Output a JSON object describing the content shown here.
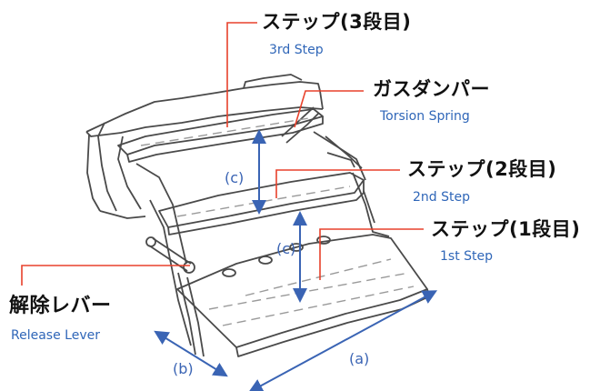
{
  "colors": {
    "leader": "#e8412b",
    "english": "#2f66b8",
    "dimension": "#3a64b4",
    "japanese": "#111111",
    "outline": "#4a4a4a",
    "lightgray": "#bdbdbd"
  },
  "labels": {
    "step3": {
      "jp": "ステップ(3段目)",
      "en": "3rd Step"
    },
    "damper": {
      "jp": "ガスダンパー",
      "en": "Torsion Spring"
    },
    "step2": {
      "jp": "ステップ(2段目)",
      "en": "2nd Step"
    },
    "step1": {
      "jp": "ステップ(1段目)",
      "en": "1st Step"
    },
    "lever": {
      "jp": "解除レバー",
      "en": "Release Lever"
    }
  },
  "dimensions": {
    "a": "(a)",
    "b": "(b)",
    "c_upper": "(c)",
    "c_lower": "(c)"
  }
}
